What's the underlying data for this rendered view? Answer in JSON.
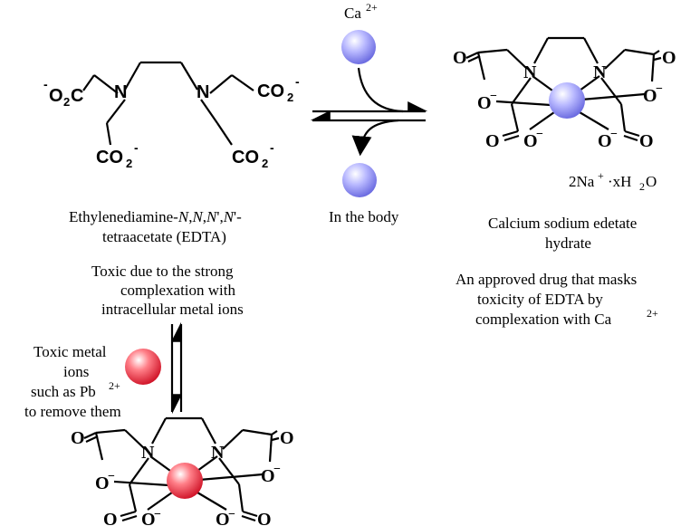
{
  "reagents": {
    "ca_ion": "Ca",
    "ca_charge": "2+",
    "in_body": "In the body"
  },
  "edta": {
    "name_prefix": "Ethylenediamine-",
    "name_n1": "N",
    "name_n2": "N",
    "name_n3": "N",
    "name_n4": "N",
    "prime": "'",
    "name_line2": "tetraacetate (EDTA)",
    "toxic_lines": [
      "Toxic due to the strong",
      "complexation with",
      "intracellular metal ions"
    ]
  },
  "calcium_complex": {
    "counterion": "2Na",
    "counterion_charge": "+",
    "hydrate": "·xH",
    "hydrate_sub": "2",
    "hydrate_end": "O",
    "name_lines": [
      "Calcium sodium edetate",
      "hydrate"
    ],
    "desc_lines": [
      "An approved drug that masks",
      "toxicity of EDTA by",
      "complexation with Ca"
    ],
    "desc_charge": "2+"
  },
  "toxic_metal": {
    "lines": [
      "Toxic metal",
      "ions",
      "such as Pb",
      "to remove them"
    ],
    "charge": "2+"
  },
  "atoms": {
    "N": "N",
    "O": "O",
    "O_minus": "O",
    "minus": "−",
    "co2": "CO",
    "sub2": "2",
    "left_o2c": "O",
    "left_c": "C",
    "neg": "-"
  },
  "colors": {
    "blue_ion": "#8f8ff0",
    "red_ion": "#e3293a",
    "ink": "#000000"
  }
}
